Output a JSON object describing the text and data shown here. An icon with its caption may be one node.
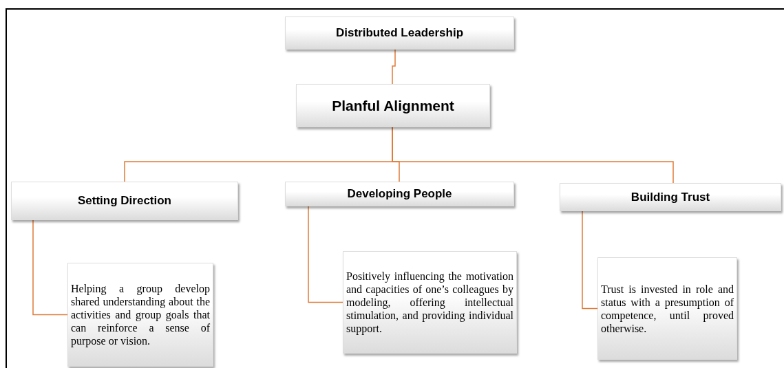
{
  "diagram": {
    "nodes": [
      {
        "text": [
          "Distributed Leadership"
        ]
      },
      {
        "text": [
          "Planful Alignment"
        ]
      },
      {
        "text": [
          "Setting Direction"
        ]
      },
      {
        "text": [
          "Developing People"
        ]
      },
      {
        "text": [
          "Building Trust"
        ]
      },
      {
        "text": [
          "Helping a group develop shared understanding about the activities and group goals that can reinforce a sense of purpose or vision."
        ]
      },
      {
        "text": [
          "Positively influencing the motivation and capacities of one’s colleagues by modeling, offering intellectual stimulation, and providing individual support."
        ]
      },
      {
        "text": [
          "Trust is invested in role and status with a presumption of competence, until proved otherwise."
        ]
      }
    ],
    "edges": [
      {
        "from": 0,
        "to": 1,
        "arrow": "none"
      },
      {
        "from": 1,
        "to": 2,
        "arrow": "none"
      },
      {
        "from": 1,
        "to": 3,
        "arrow": "none"
      },
      {
        "from": 1,
        "to": 4,
        "arrow": "none"
      },
      {
        "from": 2,
        "to": 5,
        "arrow": "none"
      },
      {
        "from": 3,
        "to": 6,
        "arrow": "none"
      },
      {
        "from": 4,
        "to": 7,
        "arrow": "none"
      }
    ]
  }
}
